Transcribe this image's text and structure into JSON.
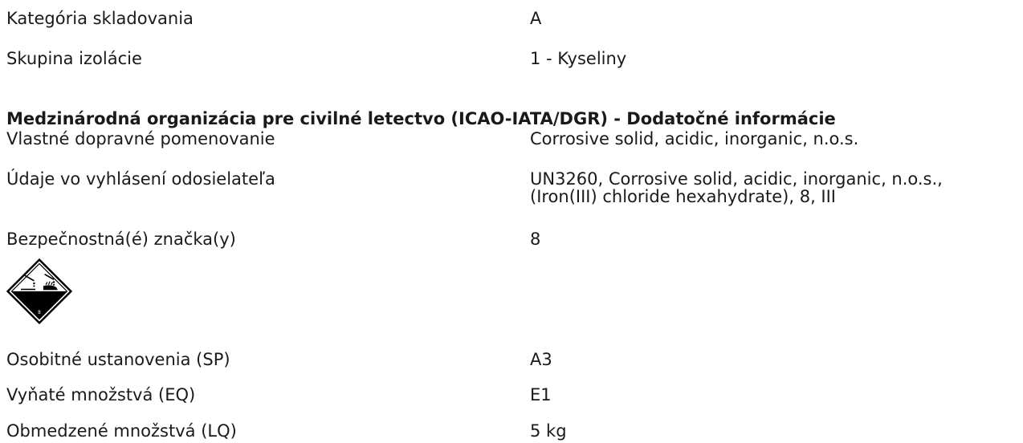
{
  "rows": [
    {
      "label": "Kategória skladovania",
      "value": "A"
    },
    {
      "label": "Skupina izolácie",
      "value": "1 - Kyseliny"
    }
  ],
  "section_heading": "Medzinárodná organizácia pre civilné letectvo (ICAO-IATA/DGR) - Dodatočné informácie",
  "icao_rows": [
    {
      "label": "Vlastné dopravné pomenovanie",
      "value": "Corrosive solid, acidic, inorganic, n.o.s."
    },
    {
      "label": "Údaje vo vyhlásení odosielateľa",
      "value_line1": "UN3260, Corrosive solid, acidic, inorganic, n.o.s.,",
      "value_line2": "(Iron(III) chloride hexahydrate), 8, III"
    },
    {
      "label": "Bezpečnostná(é) značka(y)",
      "value": "8"
    }
  ],
  "pictogram": {
    "icon": "corrosive-hazard-class-8-icon",
    "class_number": "8"
  },
  "extra_rows": [
    {
      "label": "Osobitné ustanovenia (SP)",
      "value": "A3"
    },
    {
      "label": "Vyňaté množstvá (EQ)",
      "value": "E1"
    },
    {
      "label": "Obmedzené množstvá (LQ)",
      "value": "5 kg"
    }
  ]
}
